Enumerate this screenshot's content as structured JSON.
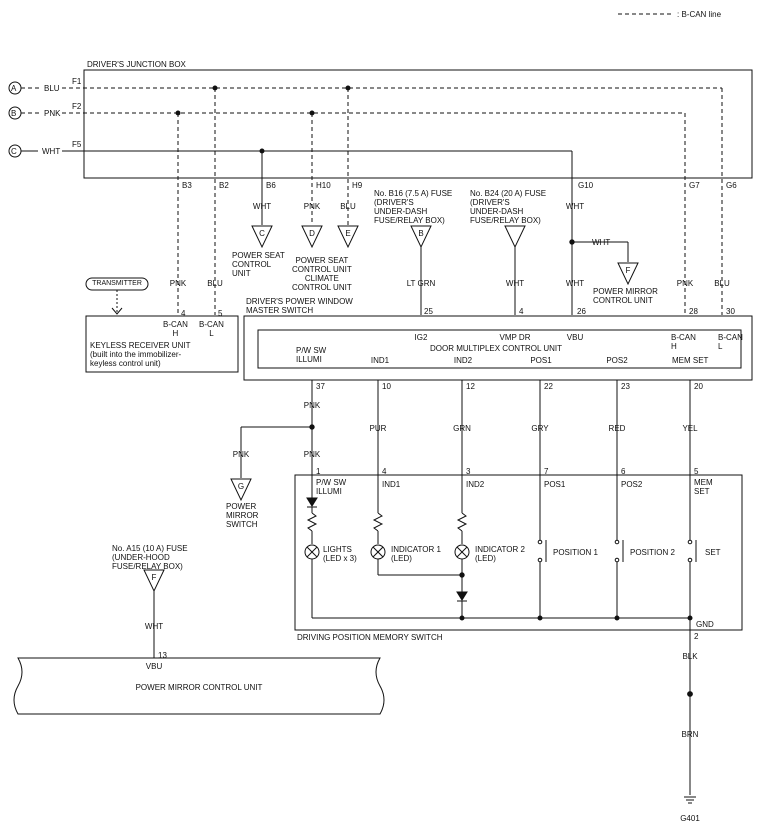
{
  "legend": {
    "text": ": B-CAN line"
  },
  "connectors": {
    "A": "A",
    "B": "B",
    "C": "C"
  },
  "wires_top": {
    "blu": "BLU",
    "pnk": "PNK",
    "wht": "WHT"
  },
  "junction_box": {
    "title": "DRIVER'S JUNCTION BOX",
    "fuses": {
      "f1": "F1",
      "f2": "F2",
      "f5": "F5"
    },
    "pins": {
      "b3": "B3",
      "b2": "B2",
      "b6": "B6",
      "h10": "H10",
      "h9": "H9",
      "g10": "G10",
      "g7": "G7",
      "g6": "G6"
    }
  },
  "fuses": {
    "b16": "No. B16 (7.5 A) FUSE\n(DRIVER'S\nUNDER-DASH\nFUSE/RELAY BOX)",
    "b24": "No. B24 (20 A) FUSE\n(DRIVER'S\nUNDER-DASH\nFUSE/RELAY BOX)",
    "a15": "No. A15 (10 A) FUSE\n(UNDER-HOOD\nFUSE/RELAY BOX)"
  },
  "refs": {
    "b": "B",
    "c": "C",
    "d": "D",
    "e": "E",
    "f": "F",
    "g": "G",
    "f2": "F"
  },
  "wire_colors": {
    "wht_b6": "WHT",
    "pnk_h10": "PNK",
    "blu_h9": "BLU",
    "wht_g10": "WHT",
    "wht_branch": "WHT",
    "pnk_b3": "PNK",
    "blu_b2": "BLU",
    "lt_grn": "LT GRN",
    "wht_vmp": "WHT",
    "wht_vbu": "WHT",
    "pnk_g7": "PNK",
    "blu_g6": "BLU",
    "pnk_37": "PNK",
    "pnk_left": "PNK",
    "pnk_right": "PNK",
    "pur": "PUR",
    "grn": "GRN",
    "gry": "GRY",
    "red": "RED",
    "yel": "YEL",
    "blk": "BLK",
    "brn": "BRN",
    "wht_13": "WHT"
  },
  "destinations": {
    "power_seat": "POWER SEAT\nCONTROL\nUNIT",
    "power_seat_climate": "POWER SEAT\nCONTROL UNIT\nCLIMATE\nCONTROL UNIT",
    "power_mirror_cu": "POWER MIRROR\nCONTROL UNIT",
    "power_mirror_switch": "POWER\nMIRROR\nSWITCH"
  },
  "transmitter": "TRANSMITTER",
  "keyless": {
    "title": "KEYLESS RECEIVER UNIT\n(built into the immobilizer-\nkeyless control unit)",
    "pin4": "4",
    "pin5": "5",
    "bcan_h": "B-CAN\nH",
    "bcan_l": "B-CAN\nL"
  },
  "master_switch": {
    "title": "DRIVER'S POWER WINDOW\nMASTER SWITCH",
    "unit": "DOOR MULTIPLEX CONTROL UNIT",
    "pins_top": {
      "p25": "25",
      "p4": "4",
      "p26": "26",
      "p28": "28",
      "p30": "30"
    },
    "labels_top": {
      "ig2": "IG2",
      "vmp": "VMP DR",
      "vbu": "VBU",
      "bcanh": "B-CAN\nH",
      "bcanl": "B-CAN\nL"
    },
    "labels_bottom": {
      "pw": "P/W SW\nILLUMI",
      "ind1": "IND1",
      "ind2": "IND2",
      "pos1": "POS1",
      "pos2": "POS2",
      "mem": "MEM SET"
    },
    "pins_bottom": {
      "p37": "37",
      "p10": "10",
      "p12": "12",
      "p22": "22",
      "p23": "23",
      "p20": "20"
    }
  },
  "memory_switch": {
    "title": "DRIVING POSITION MEMORY SWITCH",
    "pins": {
      "p1": "1",
      "p4": "4",
      "p3": "3",
      "p7": "7",
      "p6": "6",
      "p5": "5",
      "p2": "2"
    },
    "labels": {
      "pw": "P/W SW\nILLUMI",
      "ind1": "IND1",
      "ind2": "IND2",
      "pos1": "POS1",
      "pos2": "POS2",
      "mem": "MEM\nSET",
      "gnd": "GND"
    },
    "components": {
      "lights": "LIGHTS\n(LED x 3)",
      "ind1": "INDICATOR 1\n(LED)",
      "ind2": "INDICATOR 2\n(LED)",
      "pos1": "POSITION 1",
      "pos2": "POSITION 2",
      "set": "SET"
    }
  },
  "mirror_unit": {
    "title": "POWER MIRROR CONTROL UNIT",
    "pin": "13",
    "vbu": "VBU"
  },
  "ground": "G401"
}
